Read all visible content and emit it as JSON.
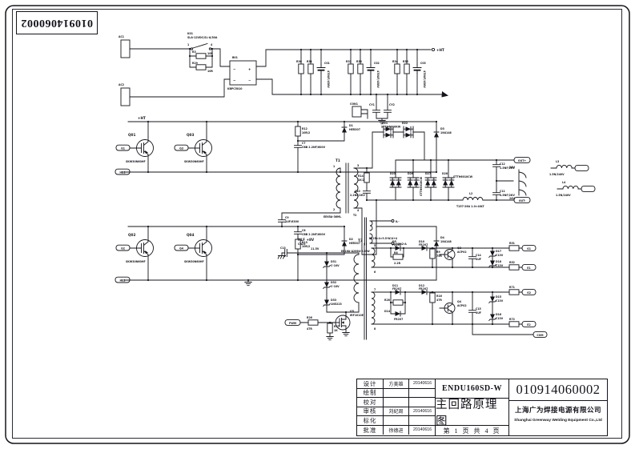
{
  "page": {
    "doc_number_rotated": "010914060002"
  },
  "title_block": {
    "rows": [
      {
        "label": "设计",
        "name": "方美雄",
        "date": "20140616"
      },
      {
        "label": "绘制",
        "name": "",
        "date": ""
      },
      {
        "label": "校对",
        "name": "",
        "date": ""
      },
      {
        "label": "审核",
        "name": "刘纪周",
        "date": "20140616"
      },
      {
        "label": "标化",
        "name": "",
        "date": ""
      },
      {
        "label": "批准",
        "name": "徐德进",
        "date": "20140616"
      }
    ],
    "model": "ENDU160SD-W",
    "title": "主回路原理图",
    "page_info": "第 1 页  共 4 页",
    "doc_number": "010914060002",
    "company_cn": "上海广为焊接电源有限公司",
    "company_en": "Shanghai Greenway Welding Equipment Co.,Ltd"
  },
  "schematic": {
    "pins": {
      "p1": "1",
      "p2": "2",
      "p3": "3",
      "p4": "4",
      "p5": "5",
      "p6": "6",
      "p7": "7",
      "p8": "8"
    },
    "sym": {
      "ac": "~",
      "plus": "+",
      "minus": "−"
    },
    "labels": {
      "ac1": "AC1",
      "ac2": "AC2",
      "k01": "K01",
      "k01_val": "SLA-12VDC/SL-A/30A",
      "r3": "R3",
      "r3_val": "10R",
      "r29": "R29",
      "r29_val": "10R",
      "b01": "B01",
      "b01_val": "KBPC5010",
      "r30": "R30",
      "r31": "R31",
      "r32": "R32",
      "r33": "R33",
      "r34": "R34",
      "r35": "R35",
      "c01": "C01",
      "c02": "C02",
      "c03": "C03",
      "elcap_val": "470UF/450V",
      "ht": "+HT",
      "cy1": "CY1",
      "cy2": "CY2",
      "con1": "CON1",
      "q01": "Q01",
      "q02": "Q02",
      "q03": "Q03",
      "q04": "Q04",
      "igbt_val": "SKW30N60HF",
      "g1": "G1",
      "g2": "G2",
      "g3": "G3",
      "g4": "G4",
      "hb1": "HB1",
      "he1": "HE1",
      "r12": "R12",
      "r13": "R13",
      "rsnub_val": "10R/2",
      "d1": "D1",
      "d2": "D2",
      "her_val": "HER307",
      "c7": "C7",
      "c8": "C8",
      "cbb_val": "CBB 2.2NF/600V",
      "d3": "D3",
      "d4": "D4",
      "n4148_val": "1N4148",
      "c9": "C9",
      "c9_val": "1UF/630V",
      "t1": "T1",
      "t1_val": "EE65A-36ML",
      "t2": "T2",
      "t2_val": "EE16A-A2664-2.5-W",
      "il": "IL-",
      "con2a": "CON2-A",
      "r14": "R14",
      "r14_val": "1K/2",
      "c10": "C10",
      "c10_val": "2.2NF/2KV",
      "d21": "D21",
      "d22": "D22",
      "rect_val": "STTH6010KW",
      "d25": "D25",
      "d26": "D26",
      "d27": "D27",
      "d28": "D28",
      "fw_val": "STTH6010CW",
      "l2": "L2",
      "l2_val": "T157-26A 1.0×40LT",
      "c11": "C11",
      "c12": "C12",
      "c1112_val": "1.5NF/2KV",
      "out_pos": "OUT+",
      "out_neg": "OUT-",
      "v24": "24V",
      "l3": "L3",
      "l4": "L4",
      "l34_val": "1.5N/240V",
      "hlf": "HLF +8V",
      "cn23": "CN23",
      "c13": "C13",
      "v115": "11.5V",
      "d31": "D31",
      "d32": "D32",
      "zc10_val": "C-10V",
      "d33": "D33",
      "d33_val": "1N5223",
      "t3": "T3",
      "t3_val": "EF25×4×9.5-W/4+4",
      "pwm": "PWM",
      "r26": "R26",
      "r26_val": "47R",
      "r37": "R37",
      "r37_val": "1K",
      "q5": "Q5",
      "q5_val": "IRF1010E",
      "d5": "D5",
      "d10": "D10",
      "d11": "D11",
      "d12": "D12",
      "d14": "D14",
      "fr_val": "FR207",
      "r8": "R8",
      "r8_val": "2.2R",
      "r9": "R9",
      "r9_val": "75R",
      "r16": "R16",
      "r16_val": "47R",
      "r28": "R28",
      "q3": "Q3",
      "q4": "Q4",
      "drv_q_val": "ACP02",
      "c14": "C14",
      "c15": "C15",
      "uf1_val": "1UF",
      "d15": "D15",
      "d16": "D16",
      "d17": "D17",
      "d18": "D18",
      "zc13_val": "C13V",
      "r51": "R51",
      "r52": "R52",
      "r71": "R71",
      "r72": "R72",
      "e1": "E1",
      "e2": "E2",
      "com": "COM"
    }
  }
}
